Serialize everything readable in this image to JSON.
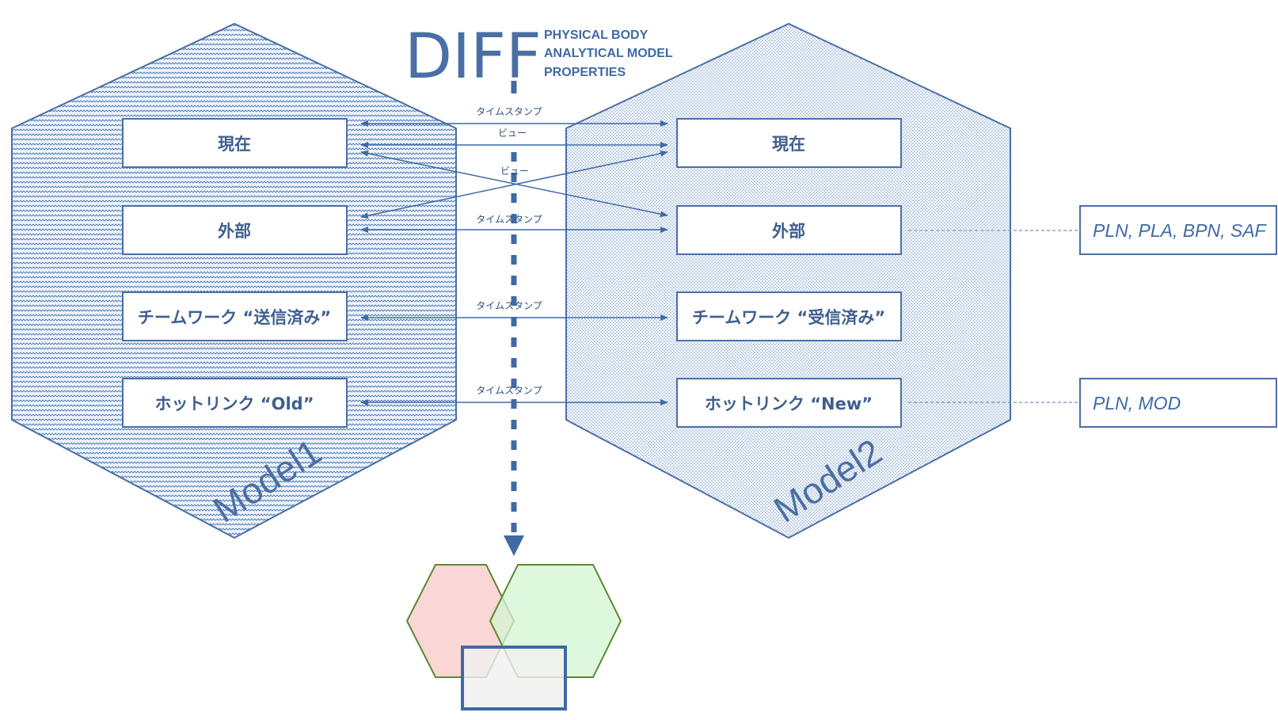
{
  "diff": {
    "title": "DIFF",
    "lines": [
      "PHYSICAL BODY",
      "ANALYTICAL MODEL",
      "PROPERTIES"
    ]
  },
  "model1": {
    "name": "Model1",
    "boxes": [
      "現在",
      "外部",
      "チームワーク “送信済み”",
      "ホットリンク “Old”"
    ]
  },
  "model2": {
    "name": "Model2",
    "boxes": [
      "現在",
      "外部",
      "チームワーク “受信済み”",
      "ホットリンク “New”"
    ]
  },
  "connectors": {
    "current_timestamp": "タイムスタンプ",
    "current_view": "ビュー",
    "cross_view": "ビュー",
    "external_timestamp": "タイムスタンプ",
    "teamwork_timestamp": "タイムスタンプ",
    "hotlink_timestamp": "タイムスタンプ"
  },
  "side_labels": {
    "external_formats": "PLN, PLA, BPN, SAF",
    "hotlink_formats": "PLN, MOD"
  },
  "colors": {
    "primary": "#4a6fa5",
    "line": "#3f6aa5",
    "hex1_pattern": "#4a77b4",
    "hex2_pattern": "#6f94c6",
    "result_red": "#fbd2d2",
    "result_green": "#d3f5d3",
    "result_outline": "#5b8a2e",
    "result_rect": "#f0f0f0"
  }
}
